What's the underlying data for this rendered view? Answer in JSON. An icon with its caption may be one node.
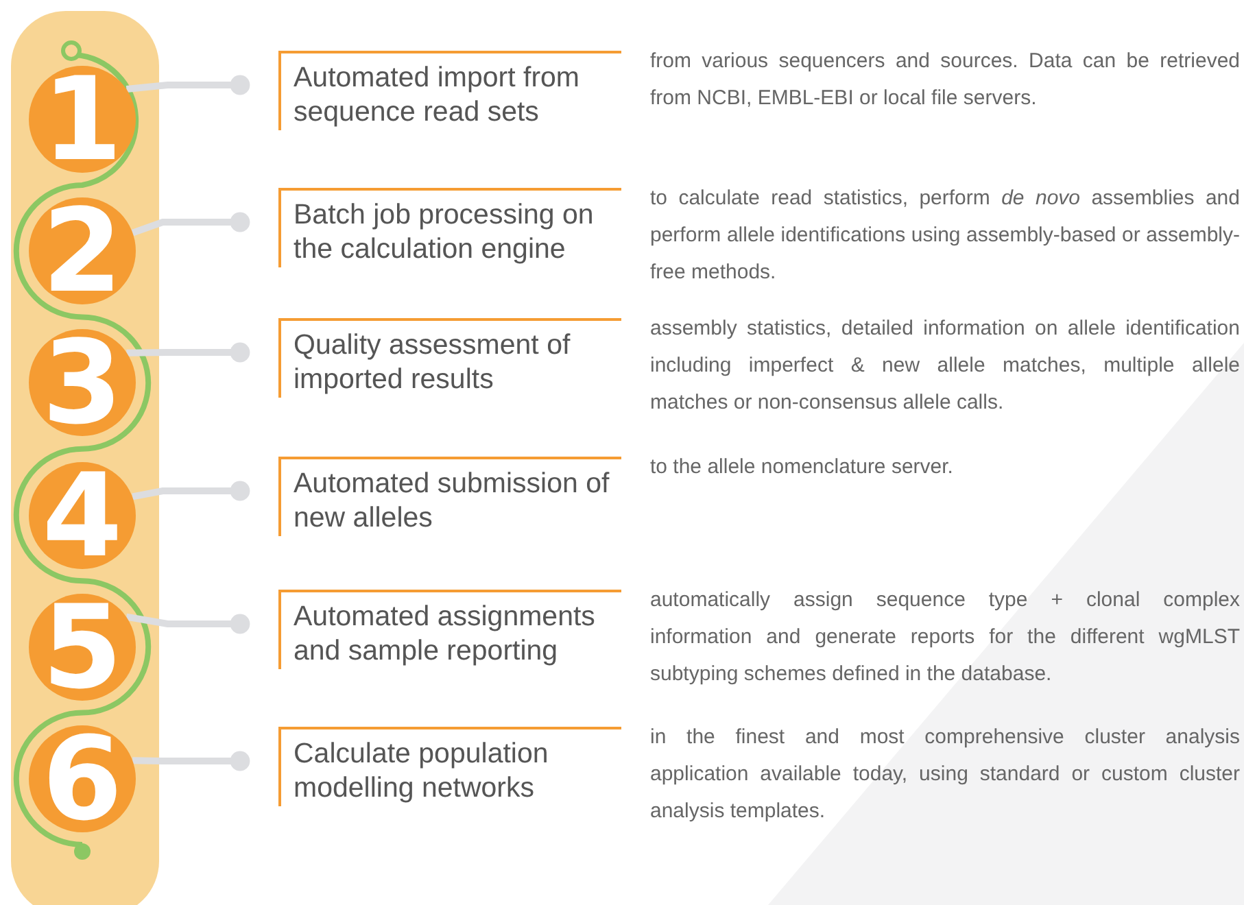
{
  "diagram": {
    "nodes": [
      {
        "text": [
          "1"
        ]
      },
      {
        "text": [
          "Automated import from sequence read sets"
        ],
        "beside": [
          "from various sequencers and sources. Data can be retrieved from NCBI, EMBL-EBI or local file servers."
        ]
      },
      {
        "text": [
          "2"
        ]
      },
      {
        "text": [
          "Batch job processing on the calculation engine"
        ],
        "beside": [
          "to calculate read statistics, perform *de novo* assemblies and perform allele identifications using assembly-based or assembly-free methods."
        ]
      },
      {
        "text": [
          "3"
        ]
      },
      {
        "text": [
          "Quality assessment of imported results"
        ],
        "beside": [
          "assembly statistics, detailed information on allele identification including imperfect & new allele matches, multiple allele matches or non-consensus allele calls."
        ]
      },
      {
        "text": [
          "4"
        ]
      },
      {
        "text": [
          "Automated submission of new alleles"
        ],
        "beside": [
          "to the allele nomenclature server."
        ]
      },
      {
        "text": [
          "5"
        ]
      },
      {
        "text": [
          "Automated assignments and sample reporting"
        ],
        "beside": [
          "automatically assign sequence type + clonal complex information and generate reports for the different wgMLST subtyping schemes defined in the database."
        ]
      },
      {
        "text": [
          "6"
        ]
      },
      {
        "text": [
          "Calculate population modelling networks"
        ],
        "beside": [
          "in the finest and most comprehensive cluster analysis application available today, using standard or custom cluster analysis templates."
        ]
      }
    ],
    "edges": [
      {
        "from": 0,
        "to": 1,
        "arrow": "other"
      },
      {
        "from": 2,
        "to": 3,
        "arrow": "other"
      },
      {
        "from": 4,
        "to": 5,
        "arrow": "other"
      },
      {
        "from": 6,
        "to": 7,
        "arrow": "other"
      },
      {
        "from": 8,
        "to": 9,
        "arrow": "other"
      },
      {
        "from": 10,
        "to": 11,
        "arrow": "other"
      }
    ]
  }
}
